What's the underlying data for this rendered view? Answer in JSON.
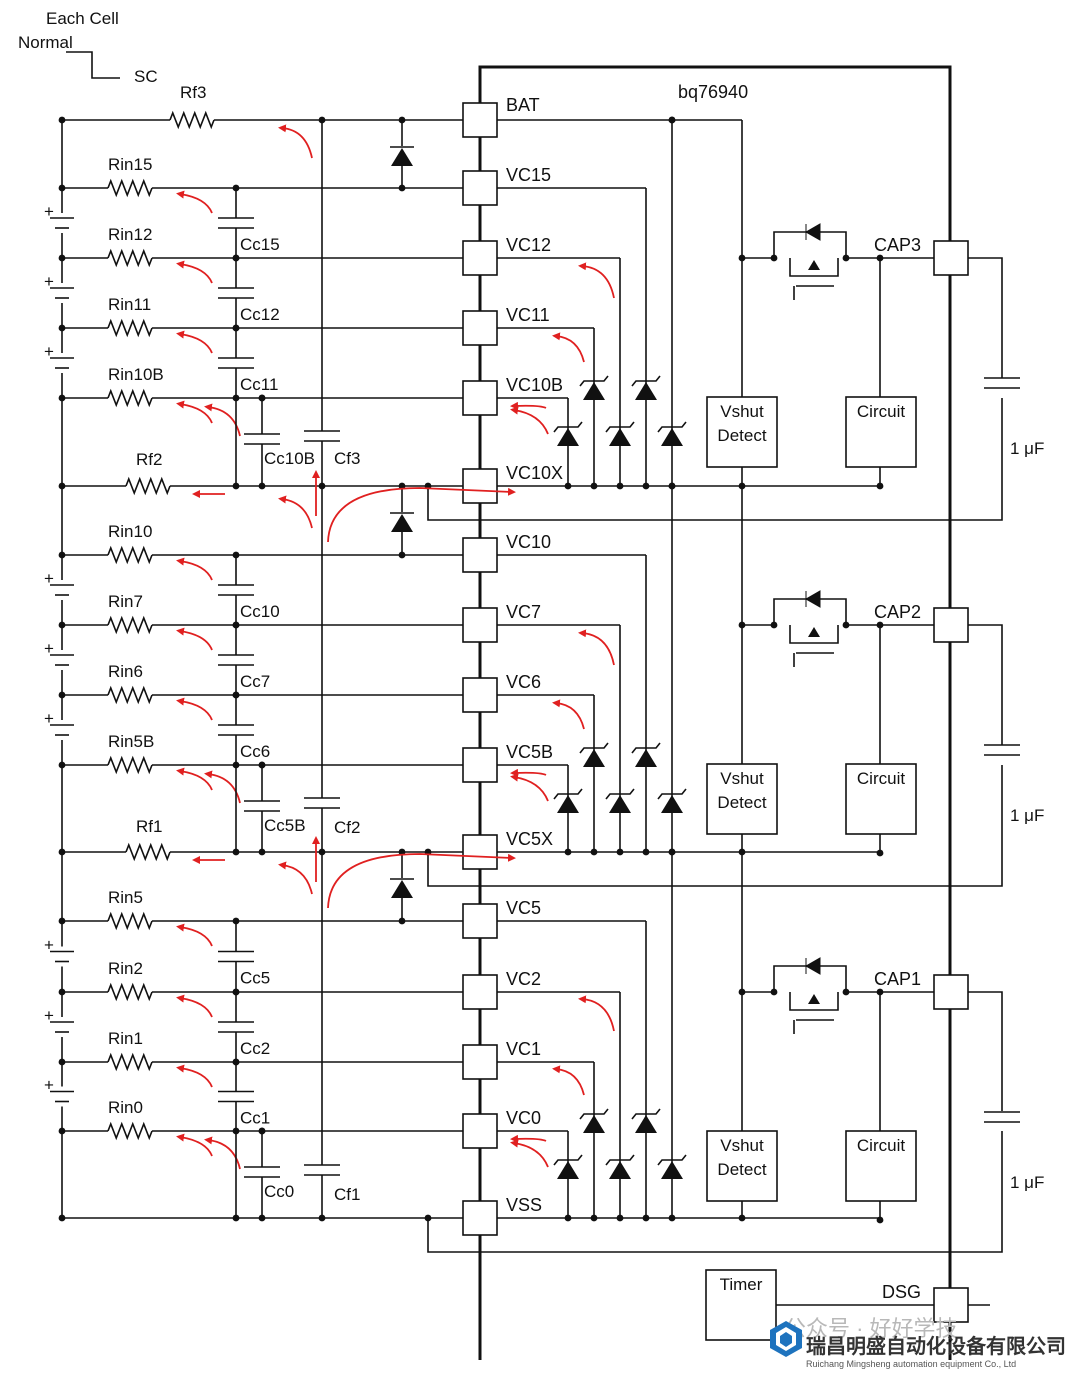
{
  "legend": {
    "line1": "Each Cell",
    "line2": "Normal",
    "line3": "SC"
  },
  "chip_name": "bq76940",
  "pins": {
    "bat": "BAT",
    "vc15": "VC15",
    "vc12": "VC12",
    "vc11": "VC11",
    "vc10b": "VC10B",
    "vc10x": "VC10X",
    "vc10": "VC10",
    "vc7": "VC7",
    "vc6": "VC6",
    "vc5b": "VC5B",
    "vc5x": "VC5X",
    "vc5": "VC5",
    "vc2": "VC2",
    "vc1": "VC1",
    "vc0": "VC0",
    "vss": "VSS",
    "cap3": "CAP3",
    "cap2": "CAP2",
    "cap1": "CAP1",
    "dsg": "DSG"
  },
  "resistors": {
    "rf3": "Rf3",
    "rf2": "Rf2",
    "rf1": "Rf1",
    "rin15": "Rin15",
    "rin12": "Rin12",
    "rin11": "Rin11",
    "rin10b": "Rin10B",
    "rin10": "Rin10",
    "rin7": "Rin7",
    "rin6": "Rin6",
    "rin5b": "Rin5B",
    "rin5": "Rin5",
    "rin2": "Rin2",
    "rin1": "Rin1",
    "rin0": "Rin0"
  },
  "capacitors": {
    "cc15": "Cc15",
    "cc12": "Cc12",
    "cc11": "Cc11",
    "cc10b": "Cc10B",
    "cf3": "Cf3",
    "cc10": "Cc10",
    "cc7": "Cc7",
    "cc6": "Cc6",
    "cc5b": "Cc5B",
    "cf2": "Cf2",
    "cc5": "Cc5",
    "cc2": "Cc2",
    "cc1": "Cc1",
    "cc0": "Cc0",
    "cf1": "Cf1",
    "cap_value": "1 μF"
  },
  "blocks": {
    "vshut_line1": "Vshut",
    "vshut_line2": "Detect",
    "circuit": "Circuit",
    "timer": "Timer"
  },
  "cell_polarity": "+",
  "watermark": {
    "faded": "公众号 · 好好学技",
    "company_cn": "瑞昌明盛自动化设备有限公司",
    "company_en": "Ruichang Mingsheng automation equipment Co., Ltd"
  },
  "colors": {
    "wire": "#111111",
    "arrow": "#e02020",
    "brand_blue": "#1e73be"
  }
}
